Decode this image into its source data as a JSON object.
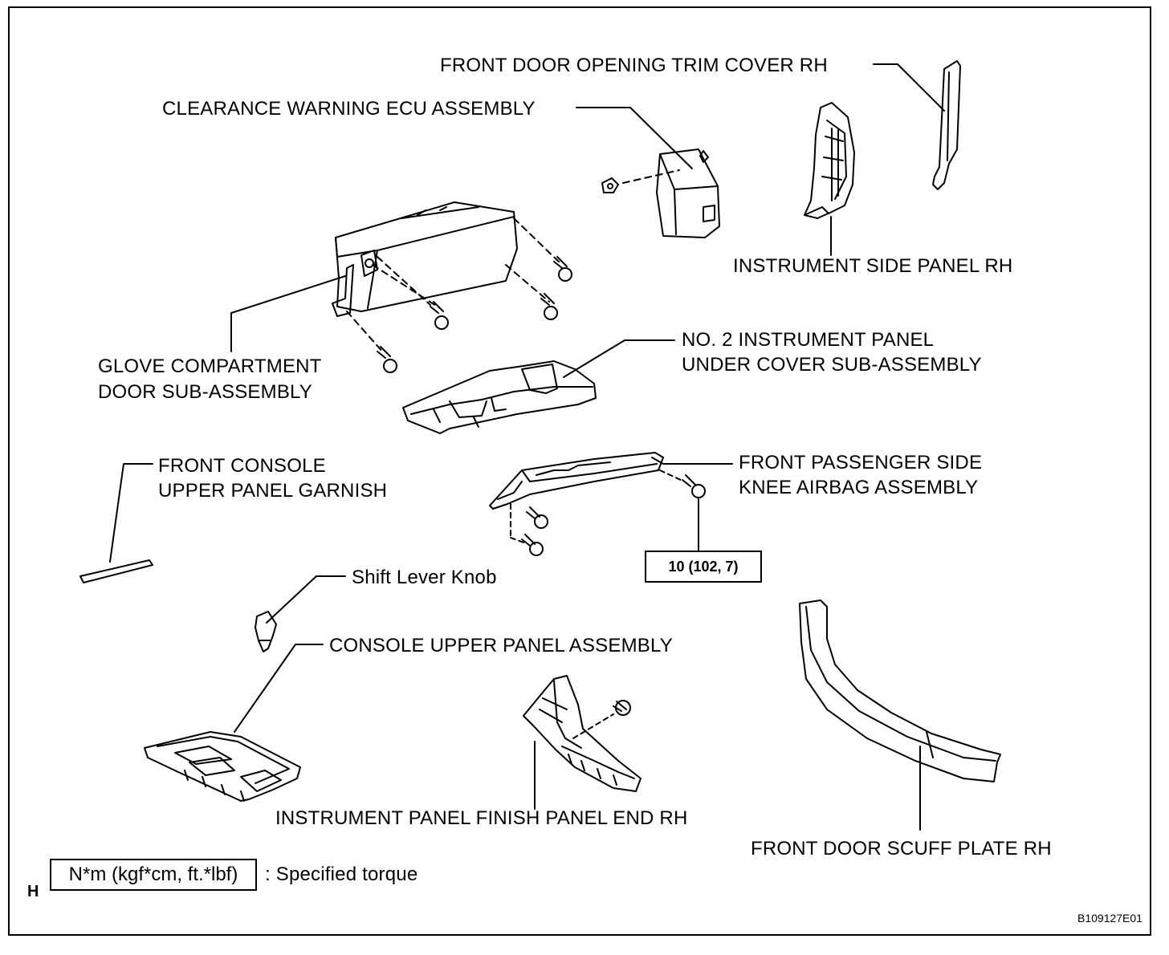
{
  "labels": {
    "front_door_opening_trim_cover": "FRONT DOOR OPENING TRIM COVER RH",
    "clearance_warning_ecu": "CLEARANCE WARNING ECU ASSEMBLY",
    "instrument_side_panel": "INSTRUMENT SIDE PANEL RH",
    "glove_compartment_1": "GLOVE COMPARTMENT",
    "glove_compartment_2": "DOOR SUB-ASSEMBLY",
    "under_cover_1": "NO. 2 INSTRUMENT PANEL",
    "under_cover_2": "UNDER COVER SUB-ASSEMBLY",
    "front_console_garnish_1": "FRONT CONSOLE",
    "front_console_garnish_2": "UPPER PANEL GARNISH",
    "knee_airbag_1": "FRONT PASSENGER SIDE",
    "knee_airbag_2": "KNEE AIRBAG ASSEMBLY",
    "shift_lever_knob": "Shift Lever Knob",
    "console_upper_panel": "CONSOLE UPPER PANEL ASSEMBLY",
    "finish_panel_end": "INSTRUMENT PANEL FINISH PANEL END RH",
    "front_door_scuff_plate": "FRONT DOOR SCUFF PLATE RH"
  },
  "torque": {
    "value": "10 (102, 7)"
  },
  "legend": {
    "unit": "N*m (kgf*cm, ft.*lbf)",
    "text": ": Specified torque",
    "mark": "H"
  },
  "figure_id": "B109127E01"
}
